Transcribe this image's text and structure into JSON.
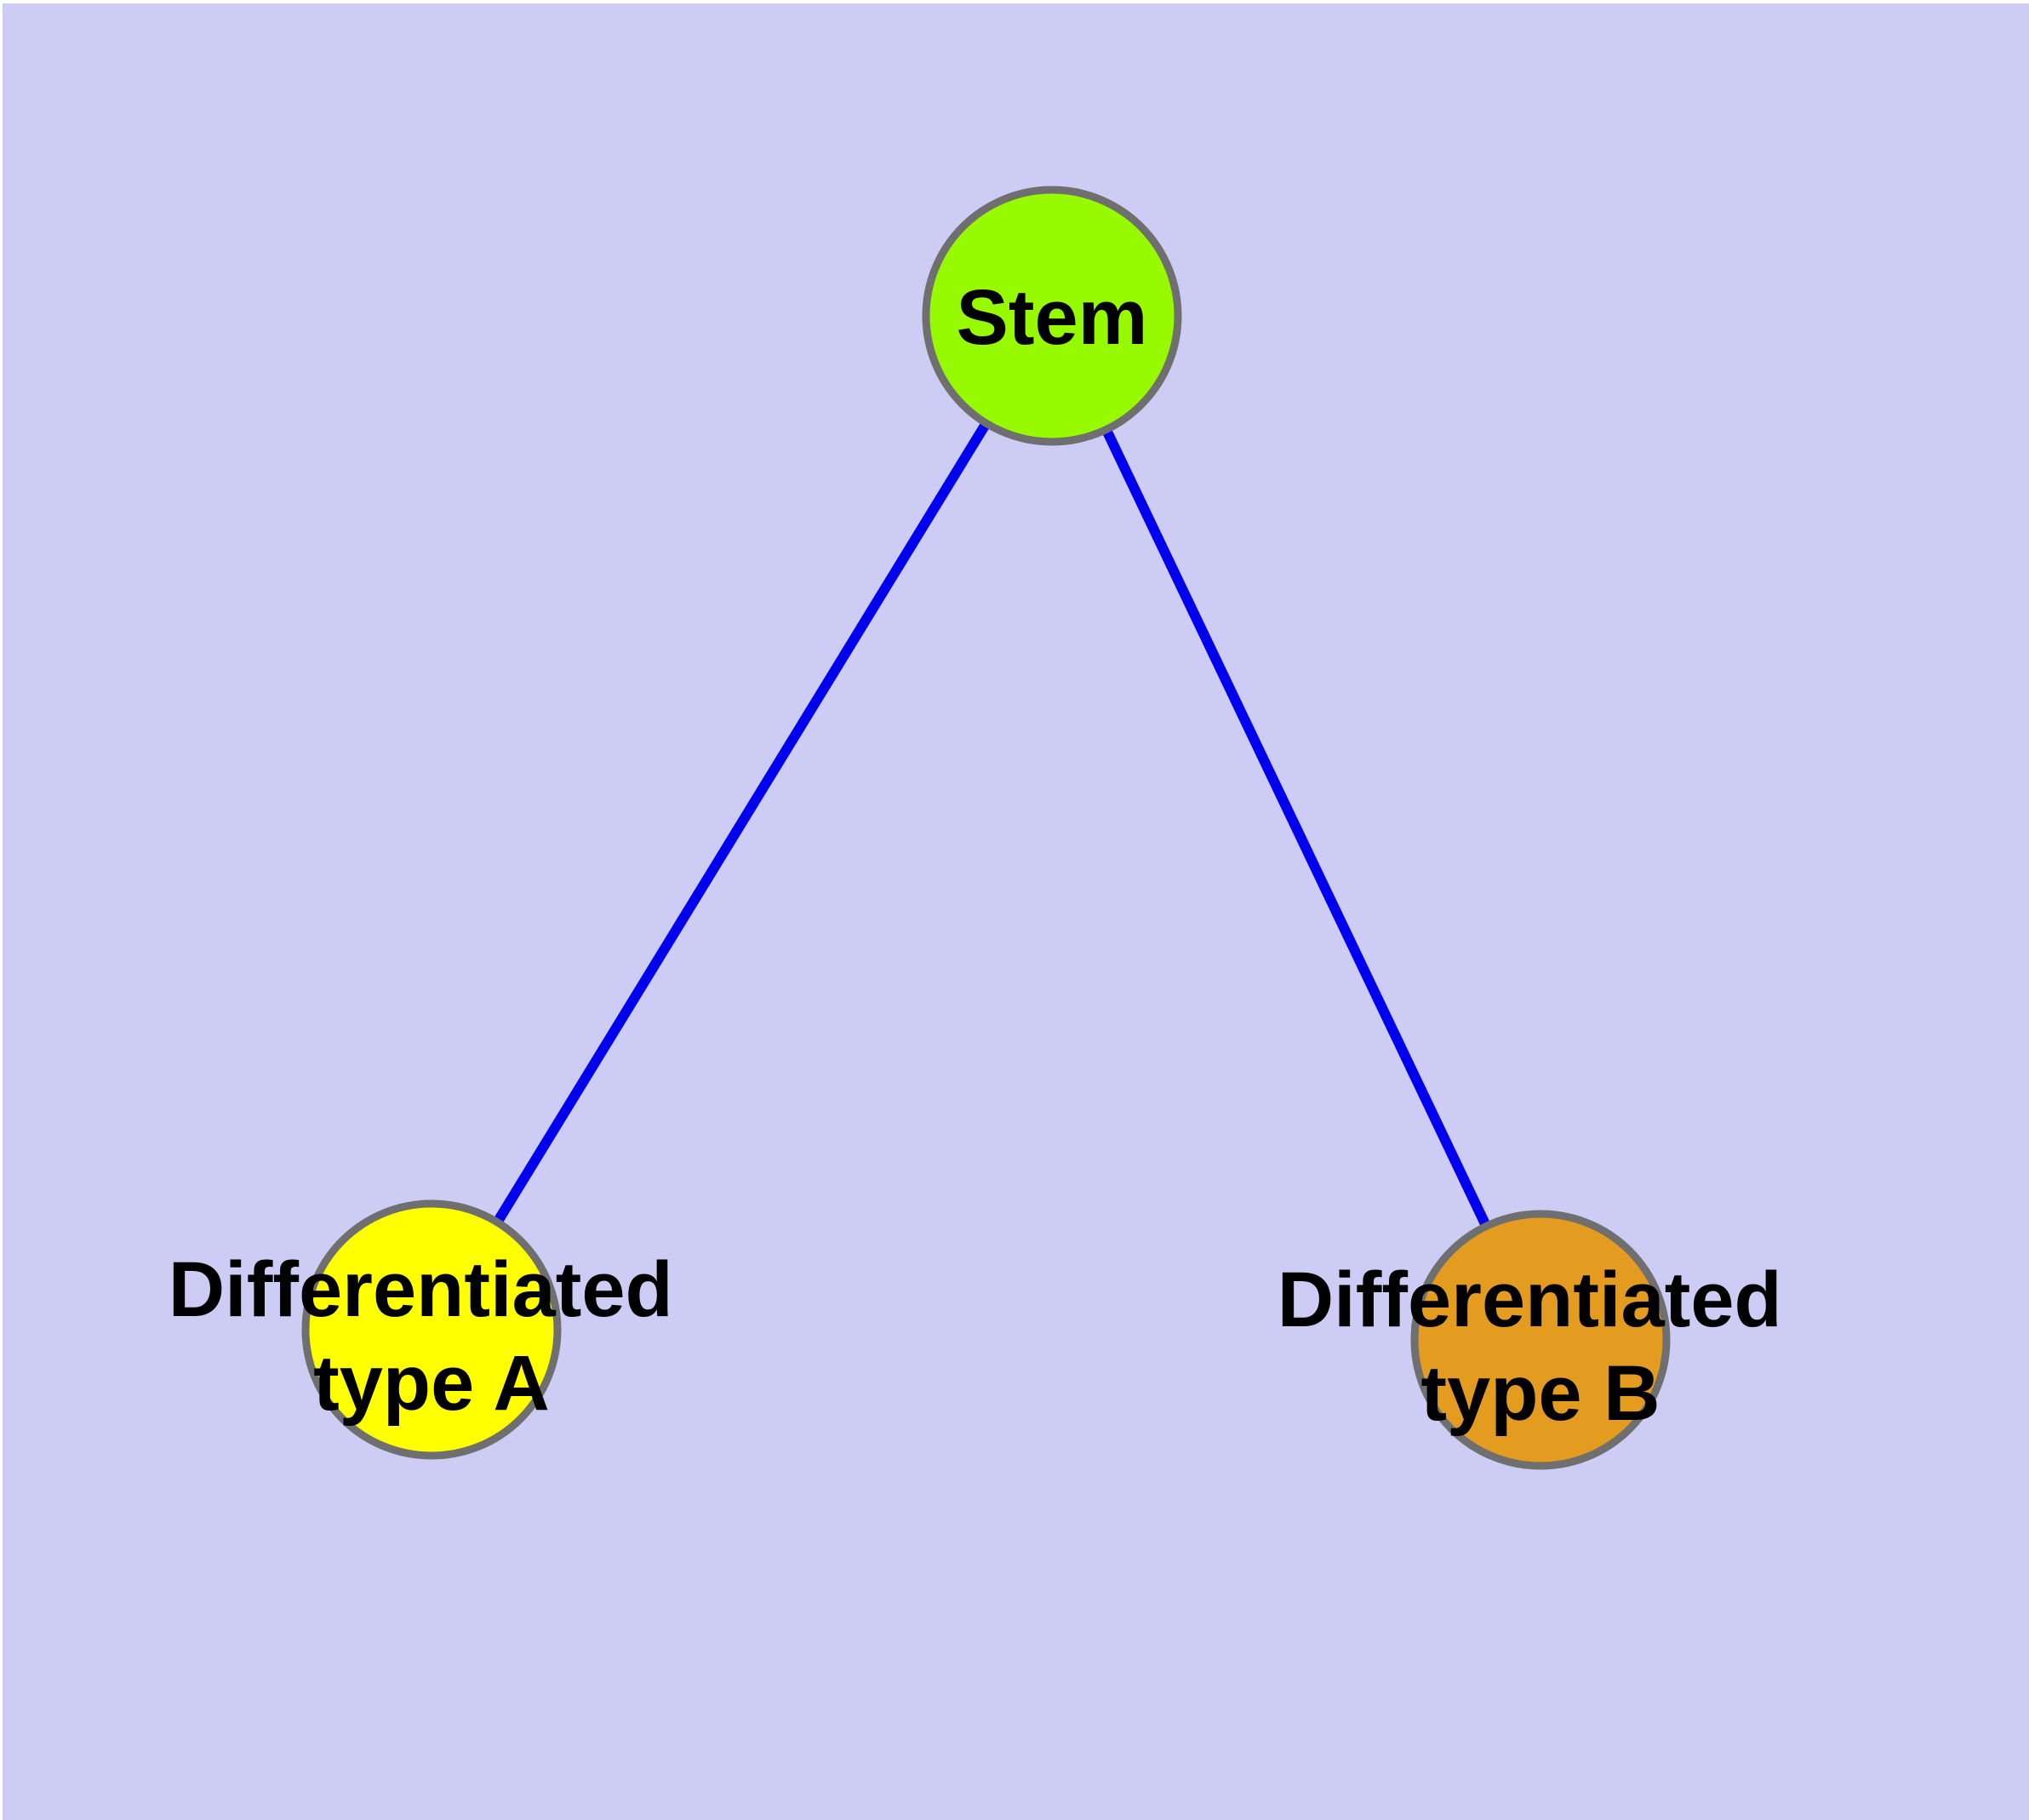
{
  "diagram": {
    "type": "node-link-tree",
    "colors": {
      "background": "#CCCCF4",
      "page_margin": "#FFFFFF",
      "edge": "#0000EE",
      "node_border": "#6F6F6F",
      "label_text": "#000000"
    },
    "nodes": {
      "stem": {
        "id": "stem",
        "label": "Stem",
        "color": "#97FA00"
      },
      "type_a": {
        "id": "type_a",
        "label": "Differentiated type A",
        "line1": "Differentiated",
        "line2": "type A",
        "color": "#FFFF00"
      },
      "type_b": {
        "id": "type_b",
        "label": "Differentiated type B",
        "line1": "Differentiated",
        "line2": "type B",
        "color": "#E49C20"
      }
    },
    "edges": [
      {
        "from": "Stem",
        "to": "Differentiated type A"
      },
      {
        "from": "Stem",
        "to": "Differentiated type B"
      }
    ]
  }
}
